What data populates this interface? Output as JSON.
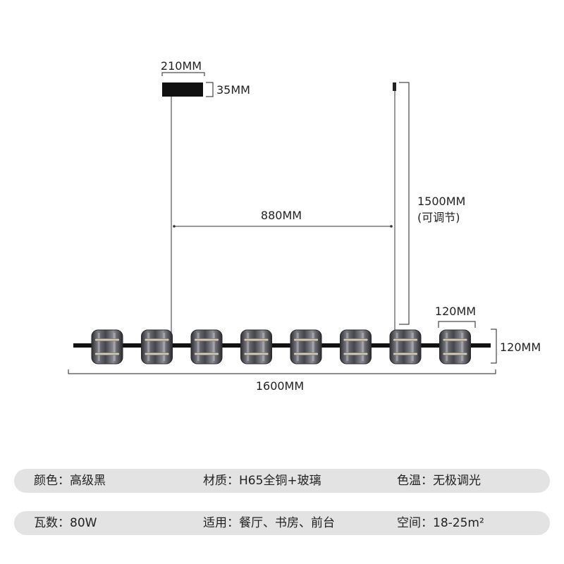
{
  "dimensions": {
    "canopy_width": "210MM",
    "canopy_height": "35MM",
    "cable_spacing": "880MM",
    "cable_length": "1500MM",
    "cable_adjustable": "(可调节)",
    "shade_width": "120MM",
    "shade_height": "120MM",
    "total_length": "1600MM"
  },
  "lamp_count": 8,
  "colors": {
    "bar": "#111111",
    "glass_dark": "#3a3a3e",
    "glass_light": "#9a9aa0",
    "light_band": "#f2e6cf",
    "spec_bg": "#e3e3e3"
  },
  "specs": {
    "row1": {
      "color": "颜色：高级黑",
      "material": "材质：H65全铜+玻璃",
      "temp": "色温：无极调光"
    },
    "row2": {
      "wattage": "瓦数：80W",
      "usage": "适用：餐厅、书房、前台",
      "space": "空间：18-25m²"
    }
  }
}
